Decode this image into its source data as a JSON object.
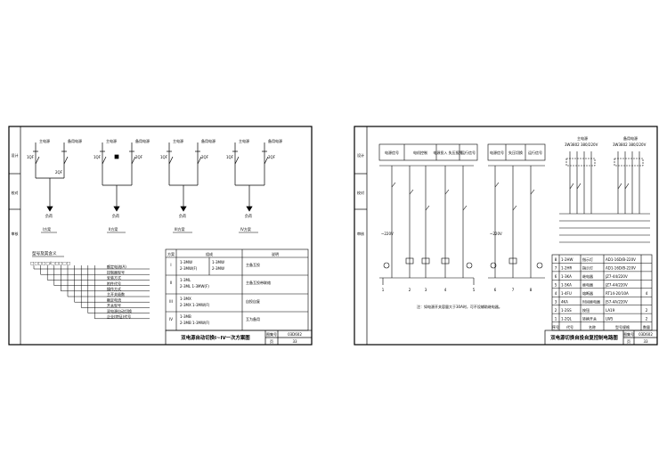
{
  "left_sheet": {
    "side_labels": [
      "设计",
      "校对",
      "审核"
    ],
    "schemes": [
      {
        "main": "主电源",
        "backup": "备用电源",
        "sw1": "1QF",
        "sw2": "2QF",
        "load": "负荷",
        "name": "I方案"
      },
      {
        "main": "主电源",
        "backup": "备用电源",
        "sw1": "1QF",
        "sw2": "2QF",
        "load": "负荷",
        "name": "II方案"
      },
      {
        "main": "主电源",
        "backup": "备用电源",
        "sw1": "1QF",
        "sw2": "2QF",
        "load": "负荷",
        "name": "III方案"
      },
      {
        "main": "主电源",
        "backup": "备用电源",
        "sw1": "1QF",
        "sw2": "2QF",
        "load": "负荷",
        "name": "IV方案"
      }
    ],
    "model_heading": "型号及其含义",
    "model_code": "□□□□□/□□□□□",
    "model_items": [
      "额定电流(A)",
      "控制器型号",
      "安装方式",
      "附件代号",
      "操作方式",
      "主开关极数",
      "额定电流",
      "开关型号",
      "双电源自动切换",
      "企业(特征)代号"
    ],
    "table": {
      "headers": [
        "方案",
        "组成",
        "说明"
      ],
      "rows": [
        {
          "scheme": "I",
          "comp": [
            "1-3MW",
            "1-3MW"
          ],
          "comp2": [
            "2-3MW(F)",
            "2-3MW"
          ],
          "note": "主备互投"
        },
        {
          "scheme": "II",
          "comp": [
            "1-3ML",
            ""
          ],
          "comp2": [
            "2-3ML 1-3MW(F)",
            ""
          ],
          "note": "主备互投带联络"
        },
        {
          "scheme": "III",
          "comp": [
            "1-3MX",
            ""
          ],
          "comp2": [
            "2-3MX 1-3MW(F)",
            ""
          ],
          "note": "自投自复"
        },
        {
          "scheme": "IV",
          "comp": [
            "1-3MB",
            ""
          ],
          "comp2": [
            "2-3MB 1-3MW(F)",
            ""
          ],
          "note": "互为备用"
        }
      ]
    },
    "title_block": {
      "title": "双电源自动切换I~IV一次方案图",
      "label_atlas": "图集号",
      "atlas_no": "03D602",
      "label_page": "页",
      "page": "33"
    }
  },
  "right_sheet": {
    "side_labels": [
      "设计",
      "校对",
      "审核"
    ],
    "header_cells": [
      "电源信号",
      "电机控制",
      "电源投入 失压报警",
      "运行信号",
      "电源信号",
      "失压切换",
      "运行信号"
    ],
    "top_labels": {
      "main": "主电源",
      "main_model": "3W3802 380/220V",
      "backup": "备用电源",
      "backup_model": "3W3802 380/220V"
    },
    "voltage": "~220V",
    "bottom_numbers": [
      "1",
      "2",
      "3",
      "4",
      "5",
      "6",
      "7",
      "8"
    ],
    "note": "注：如电源开关容量大于30A时，可不设辅助继电器。",
    "component_table": [
      {
        "no": "8",
        "code": "1-2HW",
        "name": "指示灯",
        "model": "AD1-16D/B-220V",
        "qty": ""
      },
      {
        "no": "7",
        "code": "1-2HR",
        "name": "指示灯",
        "model": "AD1-16D/B-220V",
        "qty": ""
      },
      {
        "no": "6",
        "code": "1-3KA",
        "name": "继电器",
        "model": "JZ7-44/220V",
        "qty": ""
      },
      {
        "no": "5",
        "code": "1-5KA",
        "name": "继电器",
        "model": "JZ7-44/220V",
        "qty": ""
      },
      {
        "no": "4",
        "code": "1-4FU",
        "name": "熔断器",
        "model": "RT14-20/10A",
        "qty": "4"
      },
      {
        "no": "3",
        "code": "4KA",
        "name": "时间继电器",
        "model": "JS7-4A/220V",
        "qty": ""
      },
      {
        "no": "2",
        "code": "1-2SS",
        "name": "按钮",
        "model": "LA19",
        "qty": "2"
      },
      {
        "no": "1",
        "code": "1-2QL",
        "name": "转换开关",
        "model": "LW5",
        "qty": "2"
      }
    ],
    "component_headers": [
      "序号",
      "代号",
      "名称",
      "型号规格",
      "数量"
    ],
    "title_block": {
      "title": "双电源切换自投自复控制电路图",
      "label_atlas": "图集号",
      "atlas_no": "03D602",
      "label_page": "页",
      "page": "33"
    }
  }
}
